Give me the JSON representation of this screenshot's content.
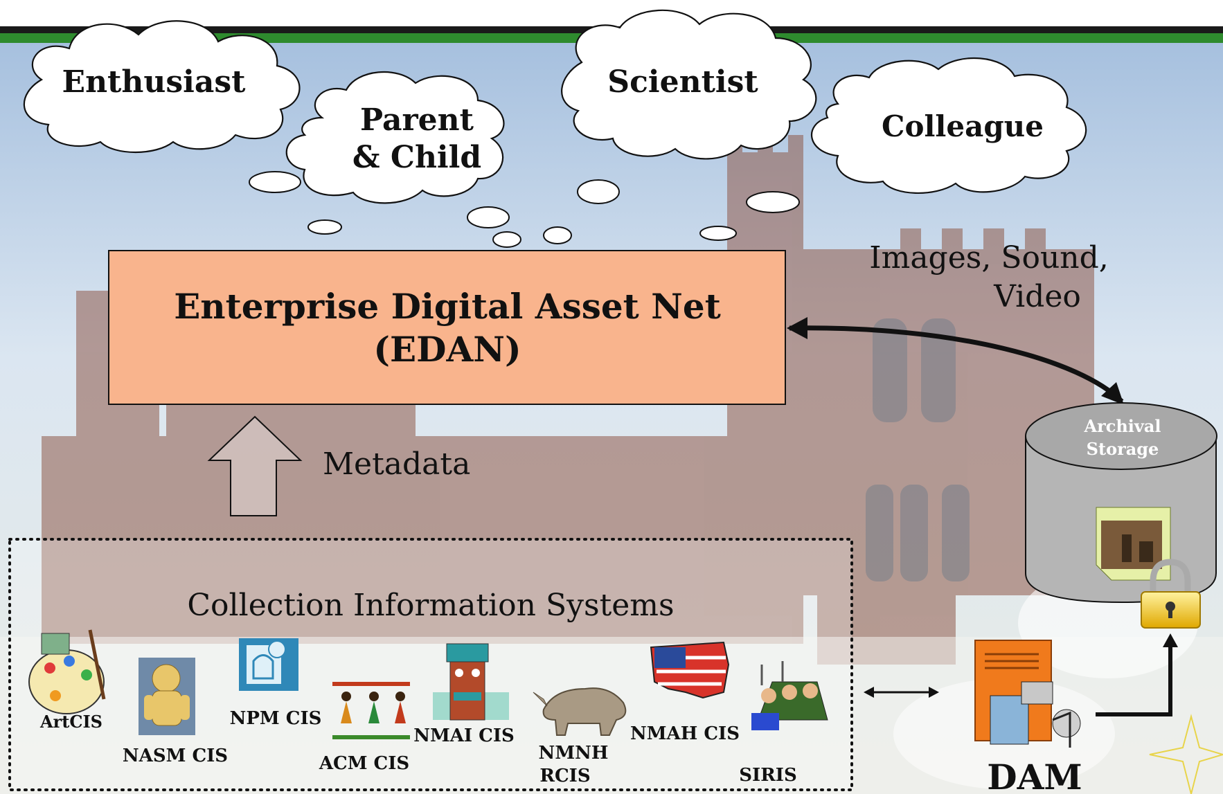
{
  "audiences": [
    "Enthusiast",
    "Parent",
    "& Child",
    "Scientist",
    "Colleague"
  ],
  "edan": {
    "line1": "Enterprise Digital Asset Net",
    "line2": "(EDAN)"
  },
  "media_label": {
    "line1": "Images, Sound,",
    "line2": "Video"
  },
  "metadata_label": "Metadata",
  "archival": {
    "line1": "Archival",
    "line2": "Storage"
  },
  "cis": {
    "title": "Collection Information Systems",
    "systems": [
      "ArtCIS",
      "NASM CIS",
      "NPM CIS",
      "ACM CIS",
      "NMAI CIS",
      "NMNH",
      "RCIS",
      "NMAH CIS",
      "SIRIS"
    ]
  },
  "dam_label": "DAM",
  "colors": {
    "edan_box": "#f9b48d",
    "dam_orange": "#f07a1c",
    "header_green": "#2e8b2e",
    "sky": "#c9d9ec",
    "castle": "#8f5a4a"
  },
  "icons": [
    "palette-icon",
    "astronaut-icon",
    "stamp-icon",
    "dancers-icon",
    "totem-icon",
    "dinosaur-icon",
    "usa-flag-map-icon",
    "library-readers-icon",
    "server-icon",
    "lock-icon",
    "star-icon"
  ]
}
